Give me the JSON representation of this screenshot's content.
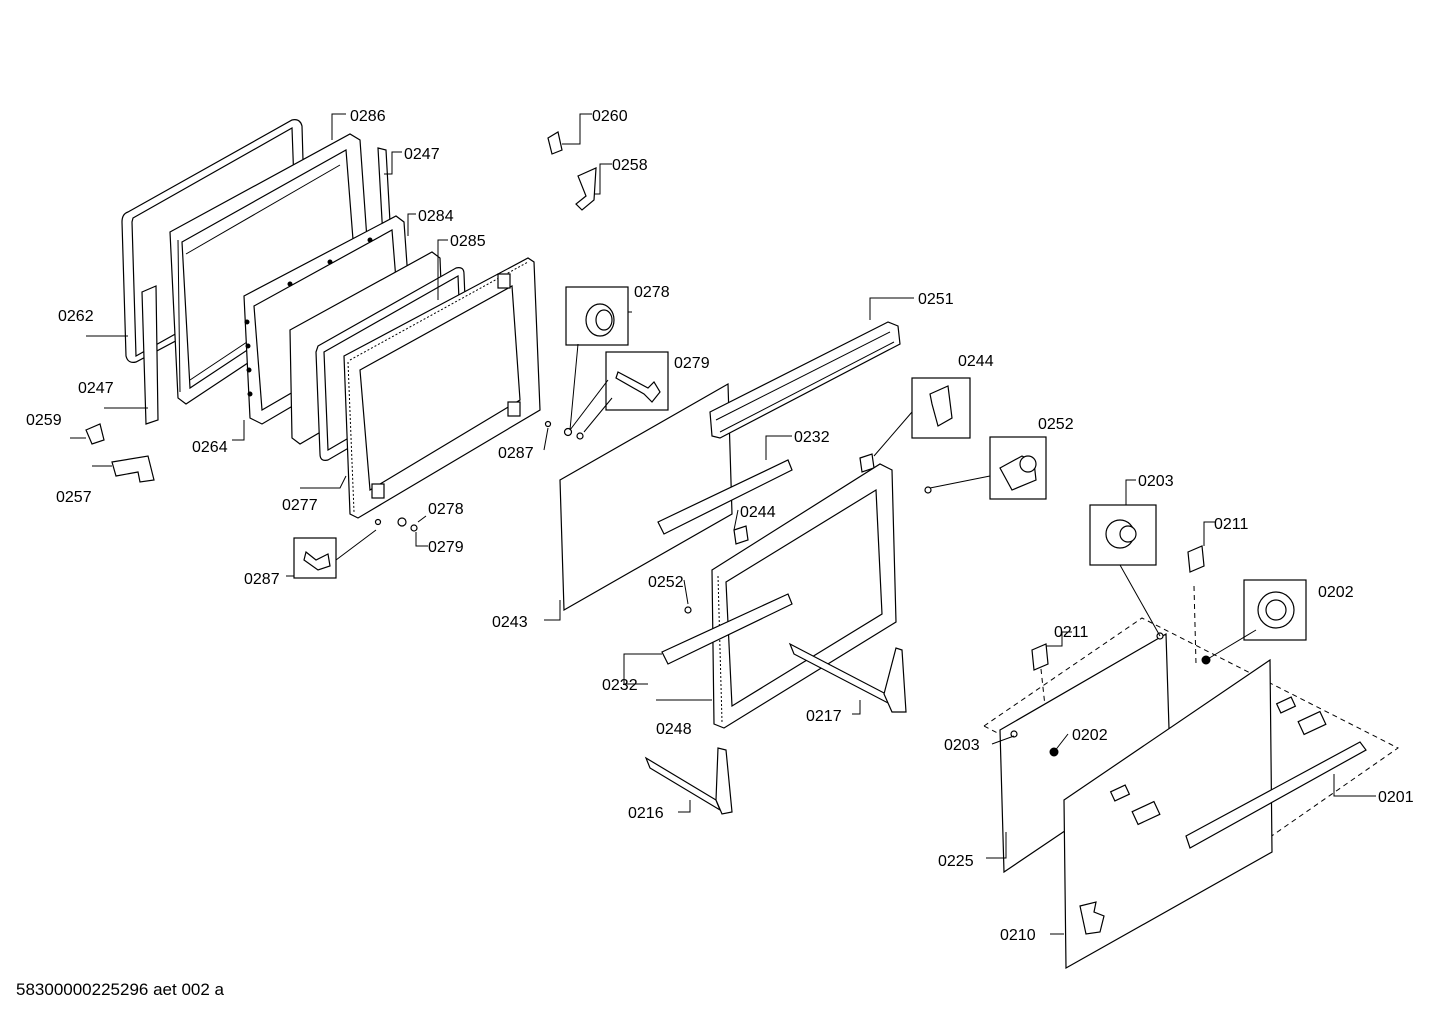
{
  "document_id": "58300000225296 aet 002 a",
  "labels": {
    "l0286": "0286",
    "l0247a": "0247",
    "l0284": "0284",
    "l0285": "0285",
    "l0262": "0262",
    "l0247b": "0247",
    "l0259": "0259",
    "l0257": "0257",
    "l0264": "0264",
    "l0277": "0277",
    "l0260": "0260",
    "l0258": "0258",
    "l0278a": "0278",
    "l0279a": "0279",
    "l0287a": "0287",
    "l0278b": "0278",
    "l0279b": "0279",
    "l0287b": "0287",
    "l0243": "0243",
    "l0251": "0251",
    "l0244a": "0244",
    "l0252a": "0252",
    "l0232a": "0232",
    "l0244b": "0244",
    "l0252b": "0252",
    "l0232b": "0232",
    "l0248": "0248",
    "l0217": "0217",
    "l0216": "0216",
    "l0203a": "0203",
    "l0211a": "0211",
    "l0202a": "0202",
    "l0211b": "0211",
    "l0203b": "0203",
    "l0202b": "0202",
    "l0201": "0201",
    "l0225": "0225",
    "l0210": "0210"
  }
}
